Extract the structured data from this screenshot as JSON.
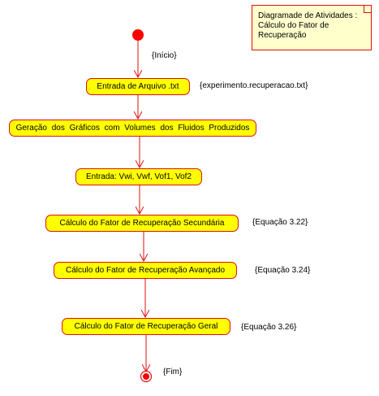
{
  "note": {
    "line1": "Diagramade de Atividades :",
    "line2": "Cálculo do Fator de",
    "line3": "Recuperação"
  },
  "annotations": {
    "start": "{Início}",
    "input_file": "{experimento.recuperacao.txt}",
    "eq_secundaria": "{Equação 3.22}",
    "eq_avancado": "{Equação 3.24}",
    "eq_geral": "{Equação 3.26}",
    "end": "{Fim}"
  },
  "activities": {
    "entrada_arquivo": "Entrada de Arquivo .txt",
    "geracao_graficos": "Geração dos Gráficos com Volumes dos Fluidos Produzidos",
    "entrada_vars": "Entrada: Vwi, Vwf, Vof1, Vof2",
    "fr_secundaria": "Cálculo do Fator de Recuperação Secundária",
    "fr_avancado": "Cálculo do Fator de Recuperação Avançado",
    "fr_geral": "Cálculo do Fator de Recuperação Geral"
  },
  "colors": {
    "activity_fill": "#ffff00",
    "border": "#dd1111",
    "note_fill": "#ffffcc",
    "start_node": "#ff0000"
  }
}
